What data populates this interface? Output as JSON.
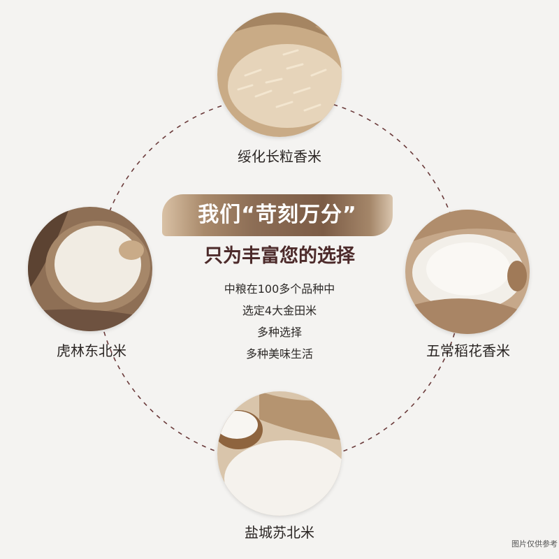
{
  "colors": {
    "background": "#f4f3f1",
    "ring": "#6b3b3b",
    "headline_bg": "#8c6d55",
    "subheadline": "#4c2a2a"
  },
  "headline": "我们“苛刻万分”",
  "subheadline": "只为丰富您的选择",
  "description": [
    "中粮在100多个品种中",
    "选定4大金田米",
    "多种选择",
    "多种美味生活"
  ],
  "products": [
    {
      "name": "绥化长粒香米",
      "image": "long-grain-rice-photo"
    },
    {
      "name": "五常稻花香米",
      "image": "rice-in-sack-photo"
    },
    {
      "name": "盐城苏北米",
      "image": "rice-in-bowl-photo"
    },
    {
      "name": "虎林东北米",
      "image": "rice-in-basket-photo"
    }
  ],
  "disclaimer": "图片仅供参考"
}
